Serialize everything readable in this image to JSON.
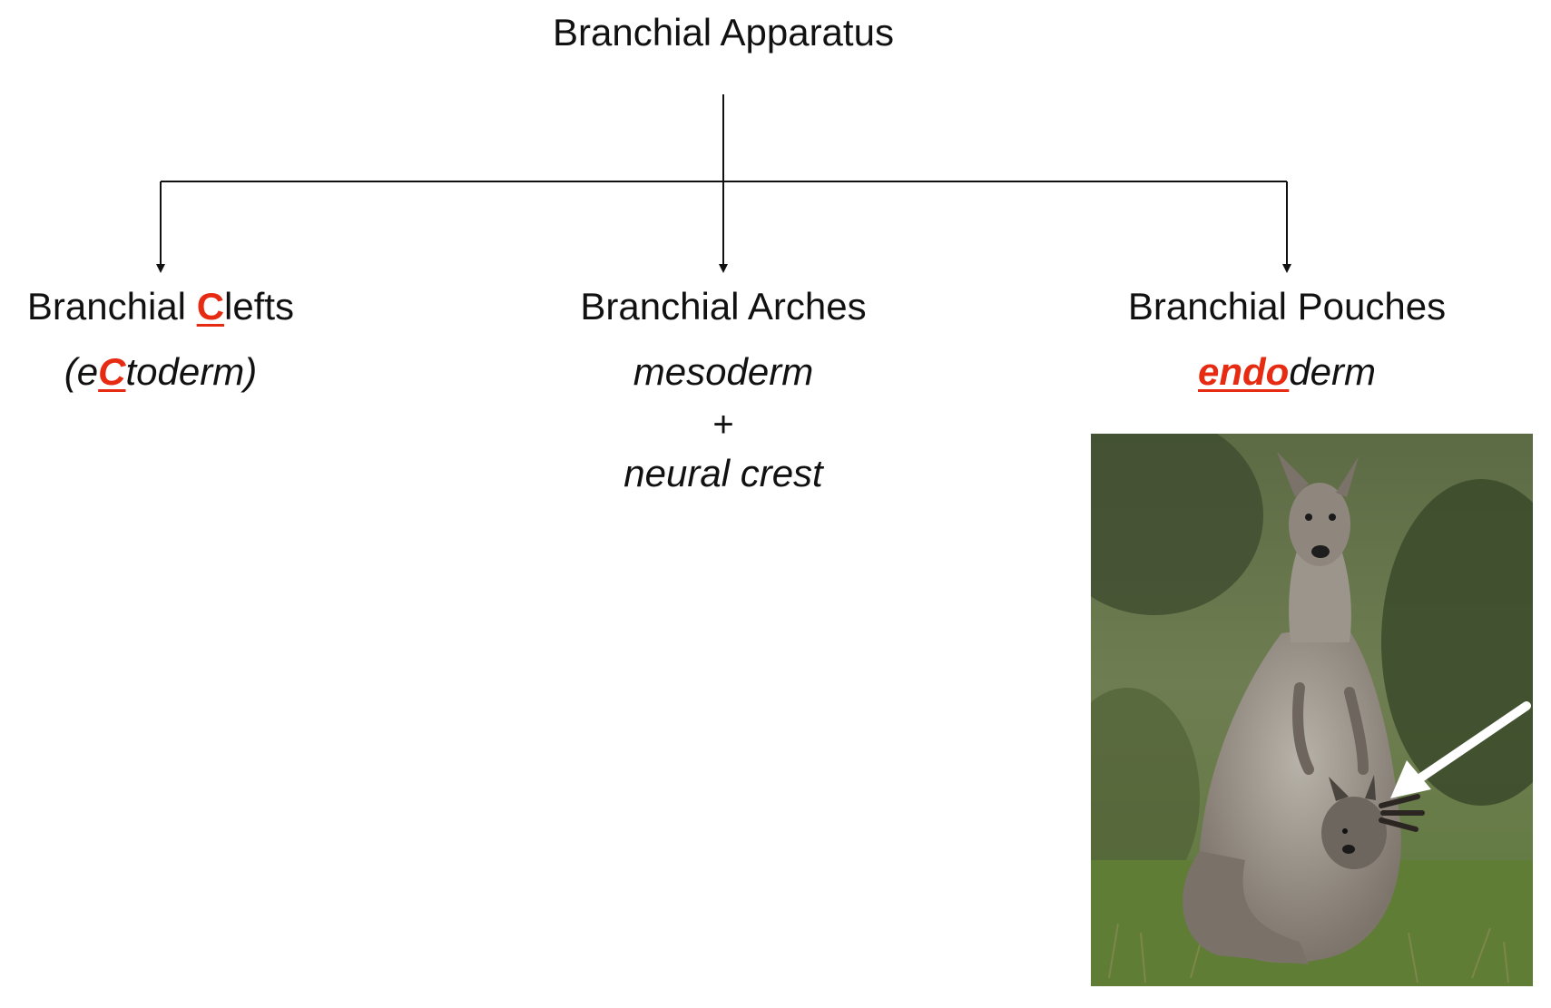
{
  "title": "Branchial Apparatus",
  "clefts": {
    "label_pre": "Branchial ",
    "label_red": "C",
    "label_post": "lefts",
    "sub_pre": "(e",
    "sub_red": "C",
    "sub_post": "toderm)"
  },
  "arches": {
    "label": "Branchial Arches",
    "sub1": "mesoderm",
    "plus": "+",
    "sub2": "neural crest"
  },
  "pouches": {
    "label": "Branchial Pouches",
    "sub_red": "endo",
    "sub_post": "derm"
  },
  "colors": {
    "accent_red": "#e62b12",
    "line": "#111111",
    "arrow_white": "#ffffff"
  },
  "image": {
    "subject": "kangaroo with joey in pouch",
    "pointer": "white arrow pointing to pouch"
  }
}
